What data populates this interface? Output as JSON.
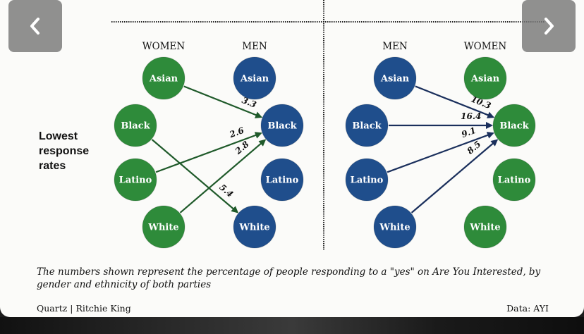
{
  "nav": {
    "prev_icon": "chevron-left-icon",
    "next_icon": "chevron-right-icon"
  },
  "side_label": "Lowest\nresponse\nrates",
  "caption": "The numbers shown represent the percentage of people responding to a \"yes\" on Are You Interested, by gender and ethnicity of both parties",
  "credit": "Quartz | Ritchie King",
  "source": "Data: AYI",
  "colors": {
    "green": "#2e8b3a",
    "blue": "#1f4e8c",
    "arrow_green": "#1f5a2a",
    "arrow_blue": "#1a2f5c"
  },
  "panels": [
    {
      "id": "left",
      "left_header": "WOMEN",
      "right_header": "MEN",
      "left_nodes": [
        {
          "label": "Asian",
          "color": "green"
        },
        {
          "label": "Black",
          "color": "green"
        },
        {
          "label": "Latino",
          "color": "green"
        },
        {
          "label": "White",
          "color": "green"
        }
      ],
      "right_nodes": [
        {
          "label": "Asian",
          "color": "blue"
        },
        {
          "label": "Black",
          "color": "blue"
        },
        {
          "label": "Latino",
          "color": "blue"
        },
        {
          "label": "White",
          "color": "blue"
        }
      ],
      "edges": [
        {
          "from": 0,
          "to": 1,
          "value": "3.3",
          "color": "arrow_green"
        },
        {
          "from": 2,
          "to": 1,
          "value": "2.6",
          "color": "arrow_green"
        },
        {
          "from": 3,
          "to": 1,
          "value": "2.8",
          "color": "arrow_green"
        },
        {
          "from": 1,
          "to": 3,
          "value": "5.4",
          "color": "arrow_green"
        }
      ]
    },
    {
      "id": "right",
      "left_header": "MEN",
      "right_header": "WOMEN",
      "left_nodes": [
        {
          "label": "Asian",
          "color": "blue"
        },
        {
          "label": "Black",
          "color": "blue"
        },
        {
          "label": "Latino",
          "color": "blue"
        },
        {
          "label": "White",
          "color": "blue"
        }
      ],
      "right_nodes": [
        {
          "label": "Asian",
          "color": "green"
        },
        {
          "label": "Black",
          "color": "green"
        },
        {
          "label": "Latino",
          "color": "green"
        },
        {
          "label": "White",
          "color": "green"
        }
      ],
      "edges": [
        {
          "from": 0,
          "to": 1,
          "value": "10.3",
          "color": "arrow_blue"
        },
        {
          "from": 1,
          "to": 1,
          "value": "16.4",
          "color": "arrow_blue"
        },
        {
          "from": 2,
          "to": 1,
          "value": "9.1",
          "color": "arrow_blue"
        },
        {
          "from": 3,
          "to": 1,
          "value": "8.5",
          "color": "arrow_blue"
        }
      ]
    }
  ]
}
